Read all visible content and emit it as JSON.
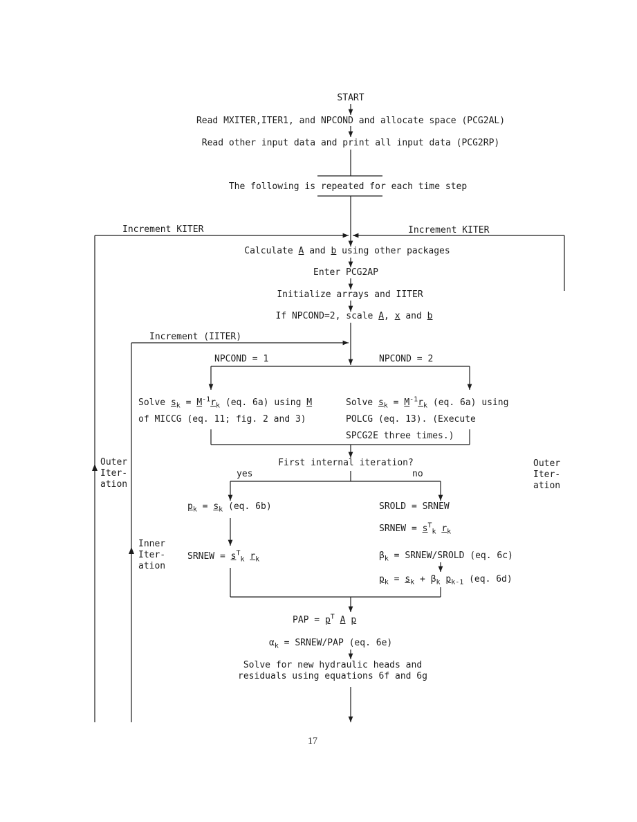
{
  "flowchart": {
    "start": "START",
    "read_mxiter": "Read MXITER,ITER1, and NPCOND and allocate space (PCG2AL)",
    "read_other": "Read other input data and print all input data (PCG2RP)",
    "repeat_time_step": "The following is repeated for each time step",
    "increment_kiter_left": "Increment KITER",
    "increment_kiter_right": "Increment KITER",
    "calc_a_b": {
      "prefix": "Calculate ",
      "a": "A",
      "and": " and ",
      "b": "b",
      "suffix": " using other packages"
    },
    "enter_pcg2ap": "Enter PCG2AP",
    "initialize": "Initialize arrays and IITER",
    "scale": {
      "prefix": "If NPCOND=2, scale ",
      "a": "A",
      "comma": ", ",
      "x": "x",
      "and": " and ",
      "b": "b"
    },
    "increment_iiter": "Increment (IITER)",
    "npcond1": "NPCOND = 1",
    "npcond2": "NPCOND = 2",
    "solve_miccg": {
      "line1_prefix": "Solve ",
      "s": "s",
      "k": "k",
      "eq": " = ",
      "M": "M",
      "inv": "-1",
      "r": "r",
      "line1_suffix": " (eq. 6a) using ",
      "M2": "M",
      "line2": "of MICCG (eq. 11; fig. 2 and 3)"
    },
    "solve_polcg": {
      "line1_prefix": "Solve ",
      "s": "s",
      "k": "k",
      "eq": " = ",
      "M": "M",
      "inv": "-1",
      "r": "r",
      "line1_suffix": " (eq. 6a) using",
      "line2": "POLCG (eq. 13).  (Execute",
      "line3": "SPCG2E three times.)"
    },
    "first_iteration": "First internal iteration?",
    "yes": "yes",
    "no": "no",
    "outer_left": [
      "Outer",
      "Iter-",
      "ation"
    ],
    "outer_right": [
      "Outer",
      "Iter-",
      "ation"
    ],
    "inner": [
      "Inner",
      "Iter-",
      "ation"
    ],
    "pk_sk": {
      "p": "p",
      "k": "k",
      "eq": " = ",
      "s": "s",
      "suffix": " (eq. 6b)"
    },
    "srnew_left": {
      "prefix": "SRNEW = ",
      "s": "s",
      "T": "T",
      "k": "k",
      "r": "r"
    },
    "srold": "SROLD = SRNEW",
    "srnew_right": {
      "prefix": "SRNEW = ",
      "s": "s",
      "T": "T",
      "k": "k",
      "r": "r"
    },
    "beta": {
      "sym": "β",
      "k": "k",
      "text": " = SRNEW/SROLD (eq. 6c)"
    },
    "pk_update": {
      "p": "p",
      "k": "k",
      "eq": " = ",
      "s": "s",
      "plus": " + ",
      "beta": "β",
      "p2": "p",
      "km1": "k-1",
      "suffix": " (eq. 6d)"
    },
    "pap": {
      "prefix": "PAP = ",
      "p": "p",
      "T": "T",
      "A": "A",
      "p2": "p"
    },
    "alpha": {
      "sym": "α",
      "k": "k",
      "text": " = SRNEW/PAP  (eq. 6e)"
    },
    "solve_heads": [
      "Solve for new hydraulic heads and",
      "residuals using equations 6f and 6g"
    ]
  },
  "page_number": "17"
}
